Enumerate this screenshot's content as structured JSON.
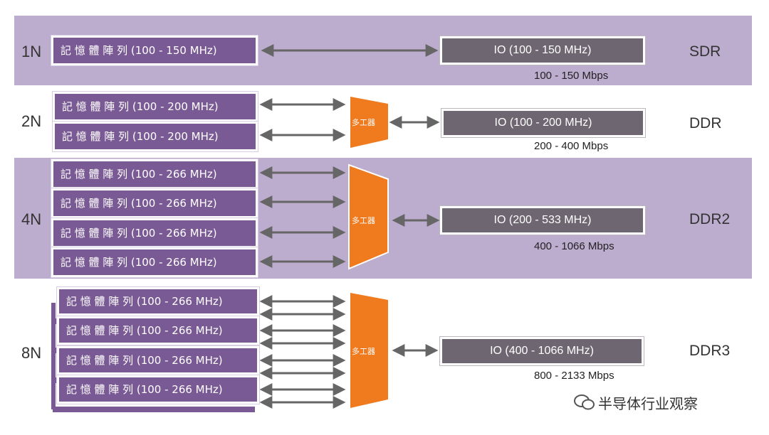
{
  "rows": [
    {
      "n": "1N",
      "type": "SDR",
      "arrays": [
        "記 憶 體 陣 列 (100 - 150 MHz)"
      ],
      "io": "IO (100 - 150 MHz)",
      "rate": "100 - 150 Mbps"
    },
    {
      "n": "2N",
      "type": "DDR",
      "arrays": [
        "記 憶 體 陣 列 (100 - 200 MHz)",
        "記 憶 體 陣 列 (100 - 200 MHz)"
      ],
      "io": "IO (100 - 200 MHz)",
      "rate": "200 - 400 Mbps",
      "mux": "多工器"
    },
    {
      "n": "4N",
      "type": "DDR2",
      "arrays": [
        "記 憶 體 陣 列 (100 - 266 MHz)",
        "記 憶 體 陣 列 (100 - 266 MHz)",
        "記 憶 體 陣 列 (100 - 266 MHz)",
        "記 憶 體 陣 列 (100 - 266 MHz)"
      ],
      "io": "IO (200 - 533 MHz)",
      "rate": "400 - 1066 Mbps",
      "mux": "多工器"
    },
    {
      "n": "8N",
      "type": "DDR3",
      "arrays": [
        "記 憶 體 陣 列 (100 - 266 MHz)",
        "記 憶 體 陣 列 (100 - 266 MHz)",
        "記 憶 體 陣 列 (100 - 266 MHz)",
        "記 憶 體 陣 列 (100 - 266 MHz)"
      ],
      "io": "IO (400 - 1066 MHz)",
      "rate": "800 - 2133 Mbps",
      "mux": "多工器"
    }
  ],
  "watermark": "半导体行业观察",
  "colors": {
    "band": "#bcaccd",
    "array": "#7a5a94",
    "io": "#6e6670",
    "mux": "#f07a1e",
    "arrow": "#666666"
  }
}
